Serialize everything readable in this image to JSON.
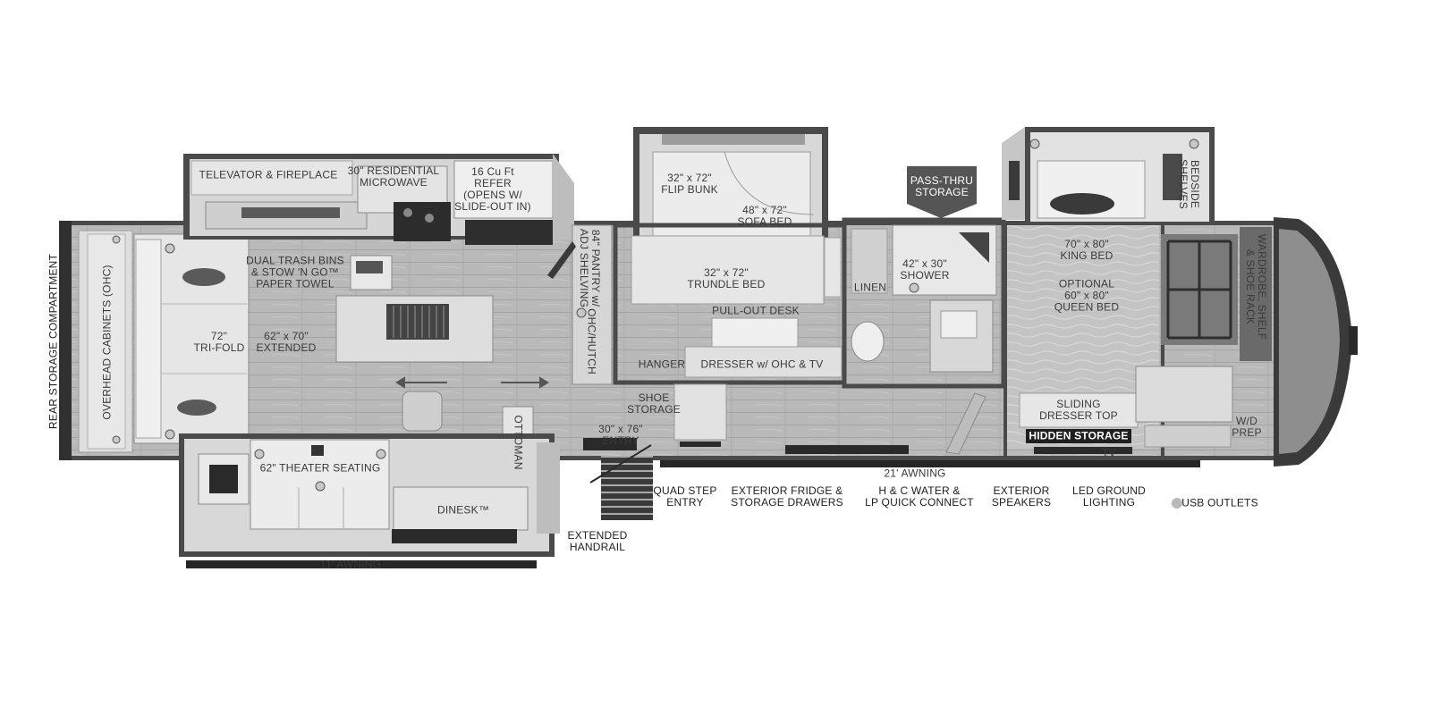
{
  "labels": {
    "rear_storage": "REAR STORAGE COMPARTMENT",
    "overhead_cabinets": "OVERHEAD CABINETS (OHC)",
    "tri_fold": "72\"\nTRI-FOLD",
    "televator": "TELEVATOR & FIREPLACE",
    "microwave": "30\" RESIDENTIAL\nMICROWAVE",
    "refer": "16 Cu Ft\nREFER\n(OPENS W/\nSLIDE-OUT IN)",
    "trash": "DUAL TRASH BINS\n& STOW 'N GO™\nPAPER TOWEL",
    "island": "62\" x 70\"\nEXTENDED",
    "theater": "62\" THEATER SEATING",
    "ottoman": "OTTOMAN",
    "dinesk": "DINESK™",
    "awning_11": "11' AWNING",
    "pantry": "84\" PANTRY w/\nADJ SHELVING",
    "ohc_hutch": "OHC/HUTCH",
    "flip_bunk": "32\" x 72\"\nFLIP BUNK",
    "sofa_bed": "48\" x 72\"\nSOFA BED",
    "trundle": "32\" x 72\"\nTRUNDLE BED",
    "pull_out_desk": "PULL-OUT DESK",
    "hanger": "HANGER",
    "dresser_ohc": "DRESSER w/ OHC & TV",
    "shoe_storage": "SHOE\nSTORAGE",
    "entry": "30\" x 76\"\nENTRY",
    "pass_thru": "PASS-THRU\nSTORAGE",
    "shower": "42\" x 30\"\nSHOWER",
    "linen": "LINEN",
    "bedside": "BEDSIDE\nSHELVES",
    "king_bed": "70\" x 80\"\nKING BED",
    "queen_bed": "OPTIONAL\n60\" x 80\"\nQUEEN BED",
    "wardrobe": "WARDROBE, SHELF\n& SHOE RACK",
    "sliding_dresser": "SLIDING\nDRESSER TOP",
    "hidden_storage": "HIDDEN STORAGE",
    "tv": "TV",
    "wd_prep": "W/D\nPREP",
    "awning_21": "21' AWNING",
    "quad_step": "QUAD STEP\nENTRY",
    "ext_fridge": "EXTERIOR FRIDGE &\nSTORAGE DRAWERS",
    "water": "H & C WATER &\nLP QUICK CONNECT",
    "speakers": "EXTERIOR\nSPEAKERS",
    "led": "LED GROUND\nLIGHTING",
    "handrail": "EXTENDED\nHANDRAIL"
  },
  "legend": {
    "usb": "USB OUTLETS"
  },
  "colors": {
    "wall": "#3c3c3c",
    "floor": "#b4b4b4",
    "cabinet": "#dcdcdc",
    "awning": "#262626",
    "usb": "#b9b9b9"
  }
}
